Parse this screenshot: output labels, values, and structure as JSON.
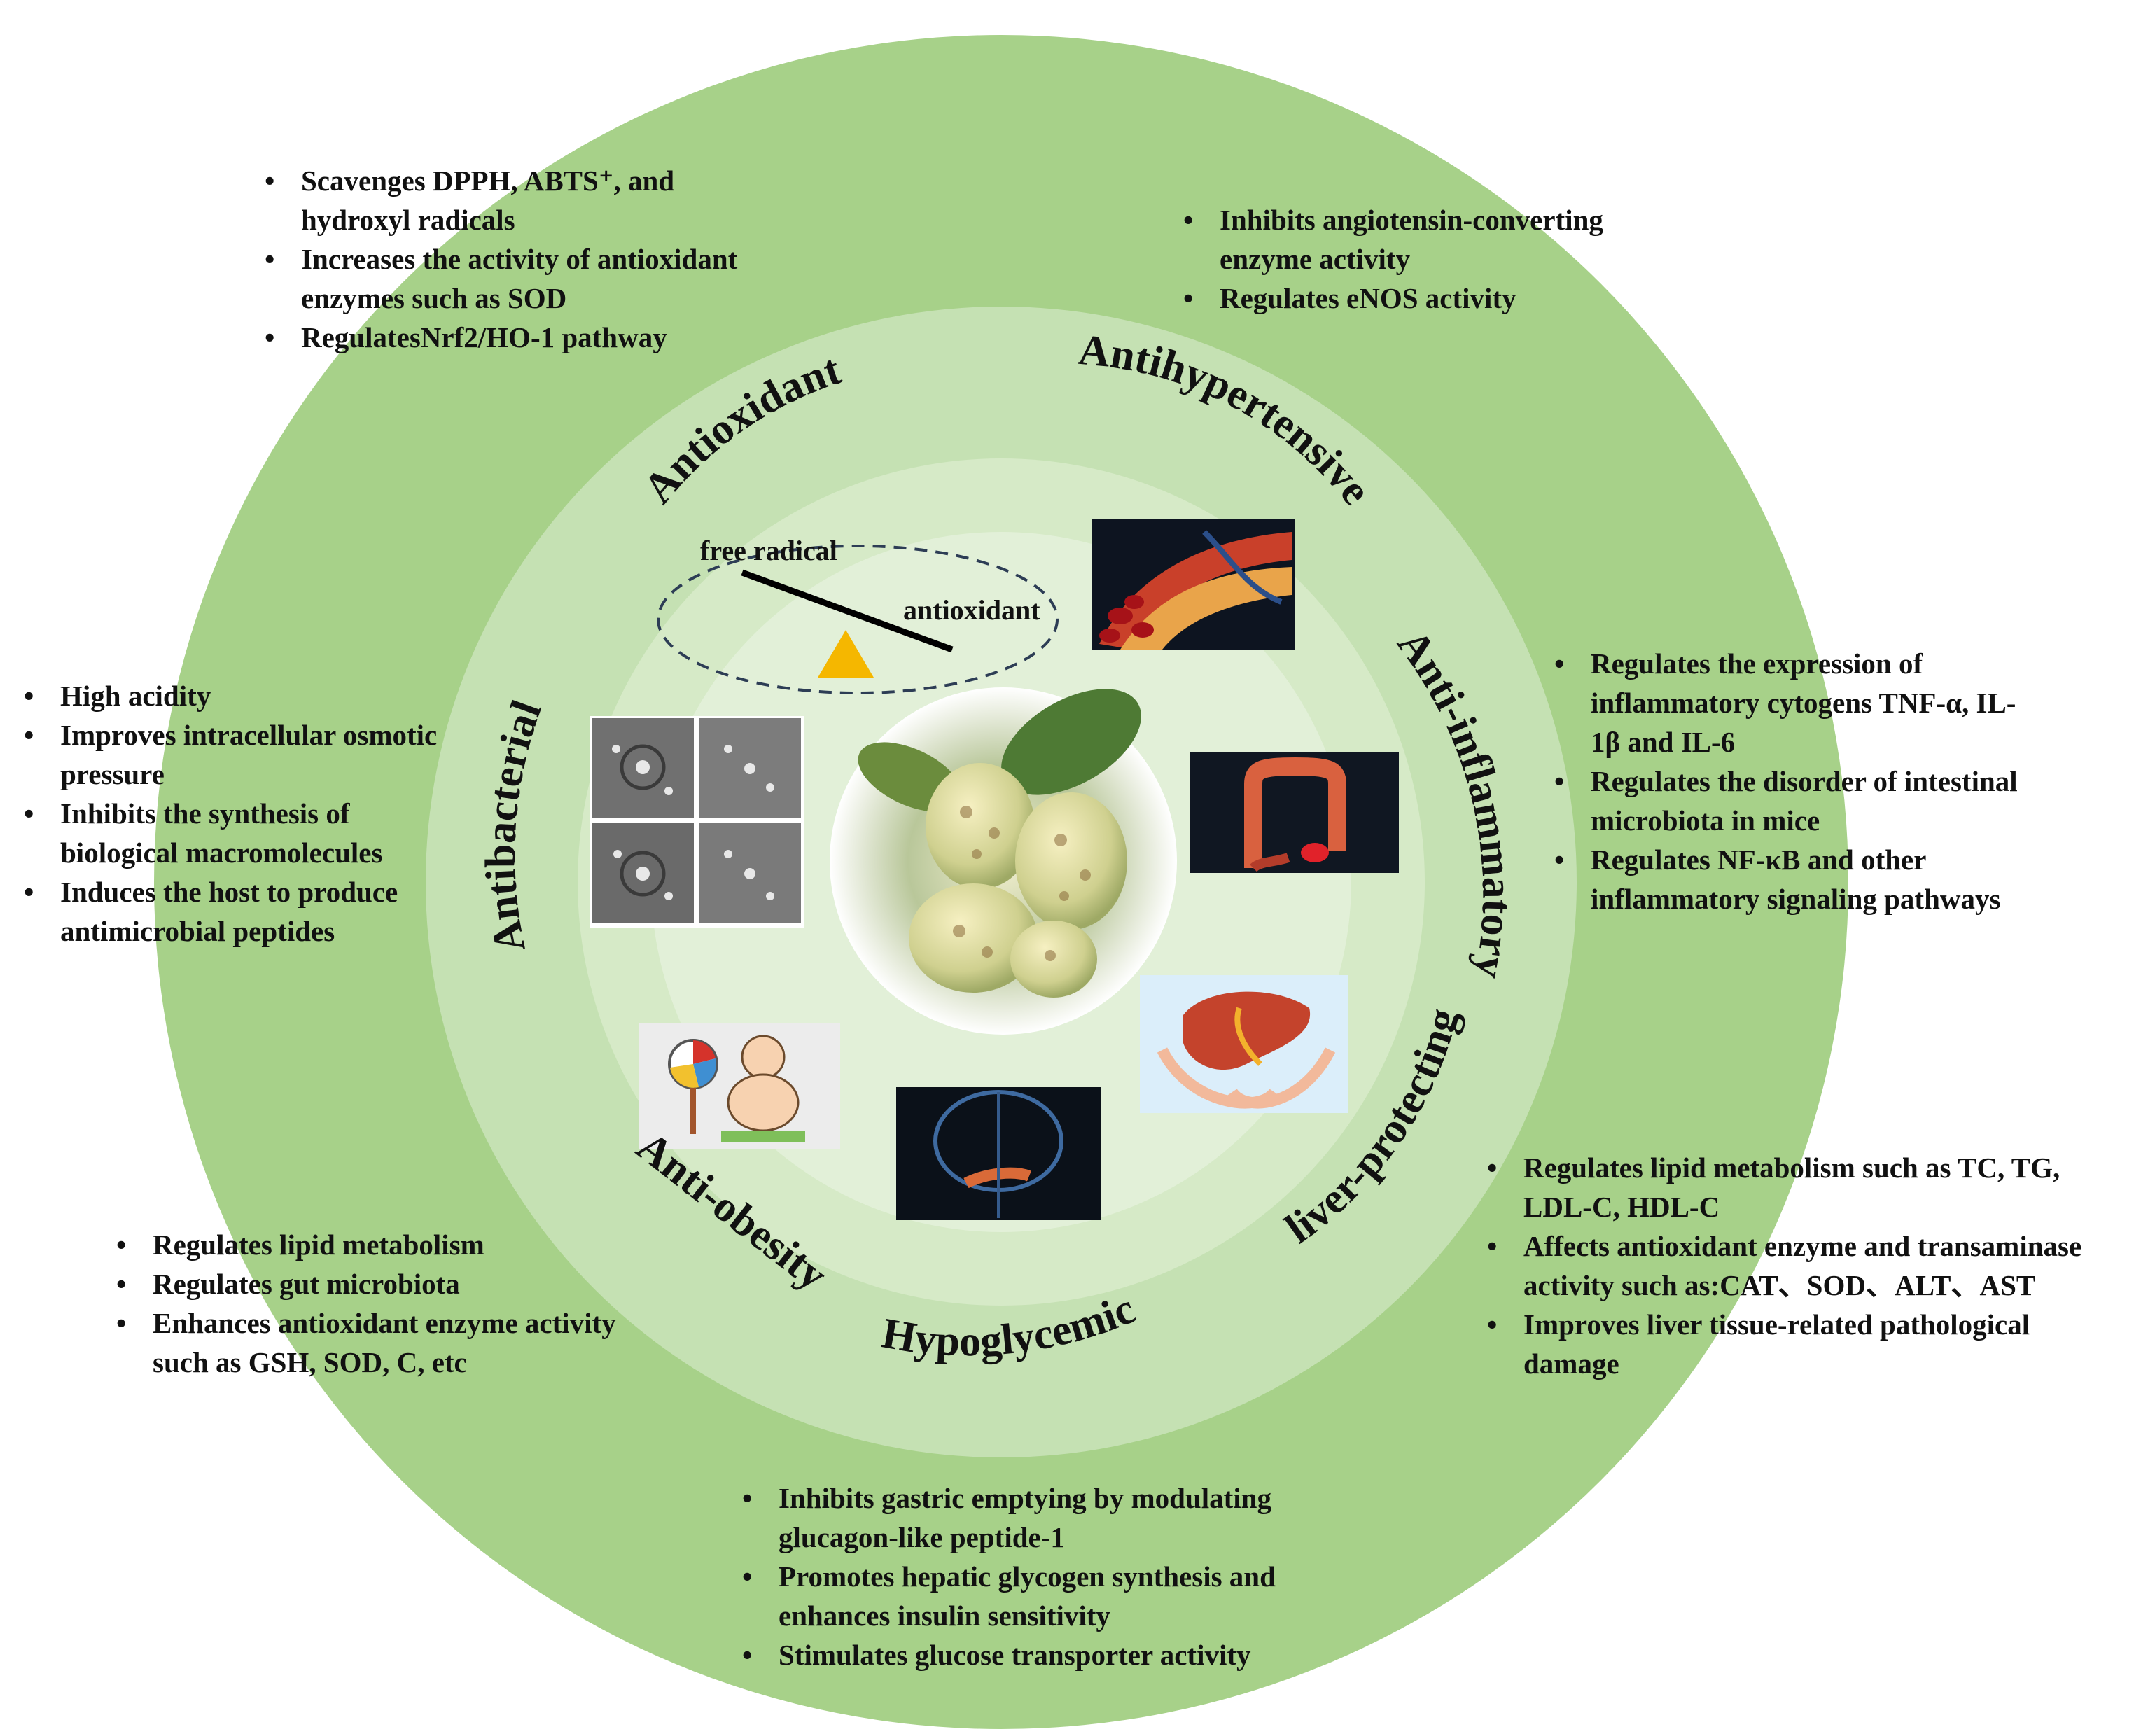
{
  "colors": {
    "outer_ring": "#a7d189",
    "middle_ring": "#c5e1b3",
    "inner_disc": "#d6eac7",
    "core": "#e2f0d8",
    "balance_fulcrum": "#f5b700"
  },
  "labels": {
    "antioxidant": "Antioxidant",
    "antihypertensive": "Antihypertensive",
    "anti_inflammatory": "Anti-inflammatory",
    "liver_protecting": "liver-protecting",
    "hypoglycemic": "Hypoglycemic",
    "anti_obesity": "Anti-obesity",
    "antibacterial": "Antibacterial"
  },
  "balance": {
    "free_radical": "free radical",
    "antioxidant": "antioxidant"
  },
  "bullets": {
    "antioxidant": [
      "Scavenges DPPH, ABTS⁺, and hydroxyl radicals",
      "Increases the activity of antioxidant enzymes such as SOD",
      "RegulatesNrf2/HO-1 pathway"
    ],
    "antihypertensive": [
      "Inhibits angiotensin-converting enzyme activity",
      "Regulates eNOS activity"
    ],
    "anti_inflammatory": [
      "Regulates the expression of inflammatory cytogens TNF-α, IL-1β and IL-6",
      "Regulates the disorder of intestinal microbiota in mice",
      "Regulates NF-κB and other inflammatory signaling pathways"
    ],
    "liver_protecting": [
      "Regulates lipid metabolism such as TC, TG, LDL-C, HDL-C",
      "Affects antioxidant enzyme and transaminase activity such as:CAT、SOD、ALT、AST",
      "Improves liver tissue-related pathological damage"
    ],
    "hypoglycemic": [
      "Inhibits gastric emptying by modulating glucagon-like peptide-1",
      "Promotes hepatic glycogen synthesis and enhances insulin sensitivity",
      "Stimulates glucose transporter activity"
    ],
    "anti_obesity": [
      "Regulates lipid metabolism",
      "Regulates gut microbiota",
      "Enhances antioxidant enzyme activity such as GSH, SOD, C, etc"
    ],
    "antibacterial": [
      "High acidity",
      "Improves intracellular osmotic pressure",
      "Inhibits the synthesis of biological macromolecules",
      "Induces the host to produce antimicrobial peptides"
    ]
  },
  "icons": {
    "center": "noni-fruit-photo",
    "antihypertensive": "blood-vessel-illustration",
    "anti_inflammatory": "colon-illustration",
    "liver_protecting": "liver-in-hands-illustration",
    "hypoglycemic": "pancreas-illustration",
    "anti_obesity": "obese-man-on-scale-illustration",
    "antibacterial": "agar-plate-photos"
  }
}
